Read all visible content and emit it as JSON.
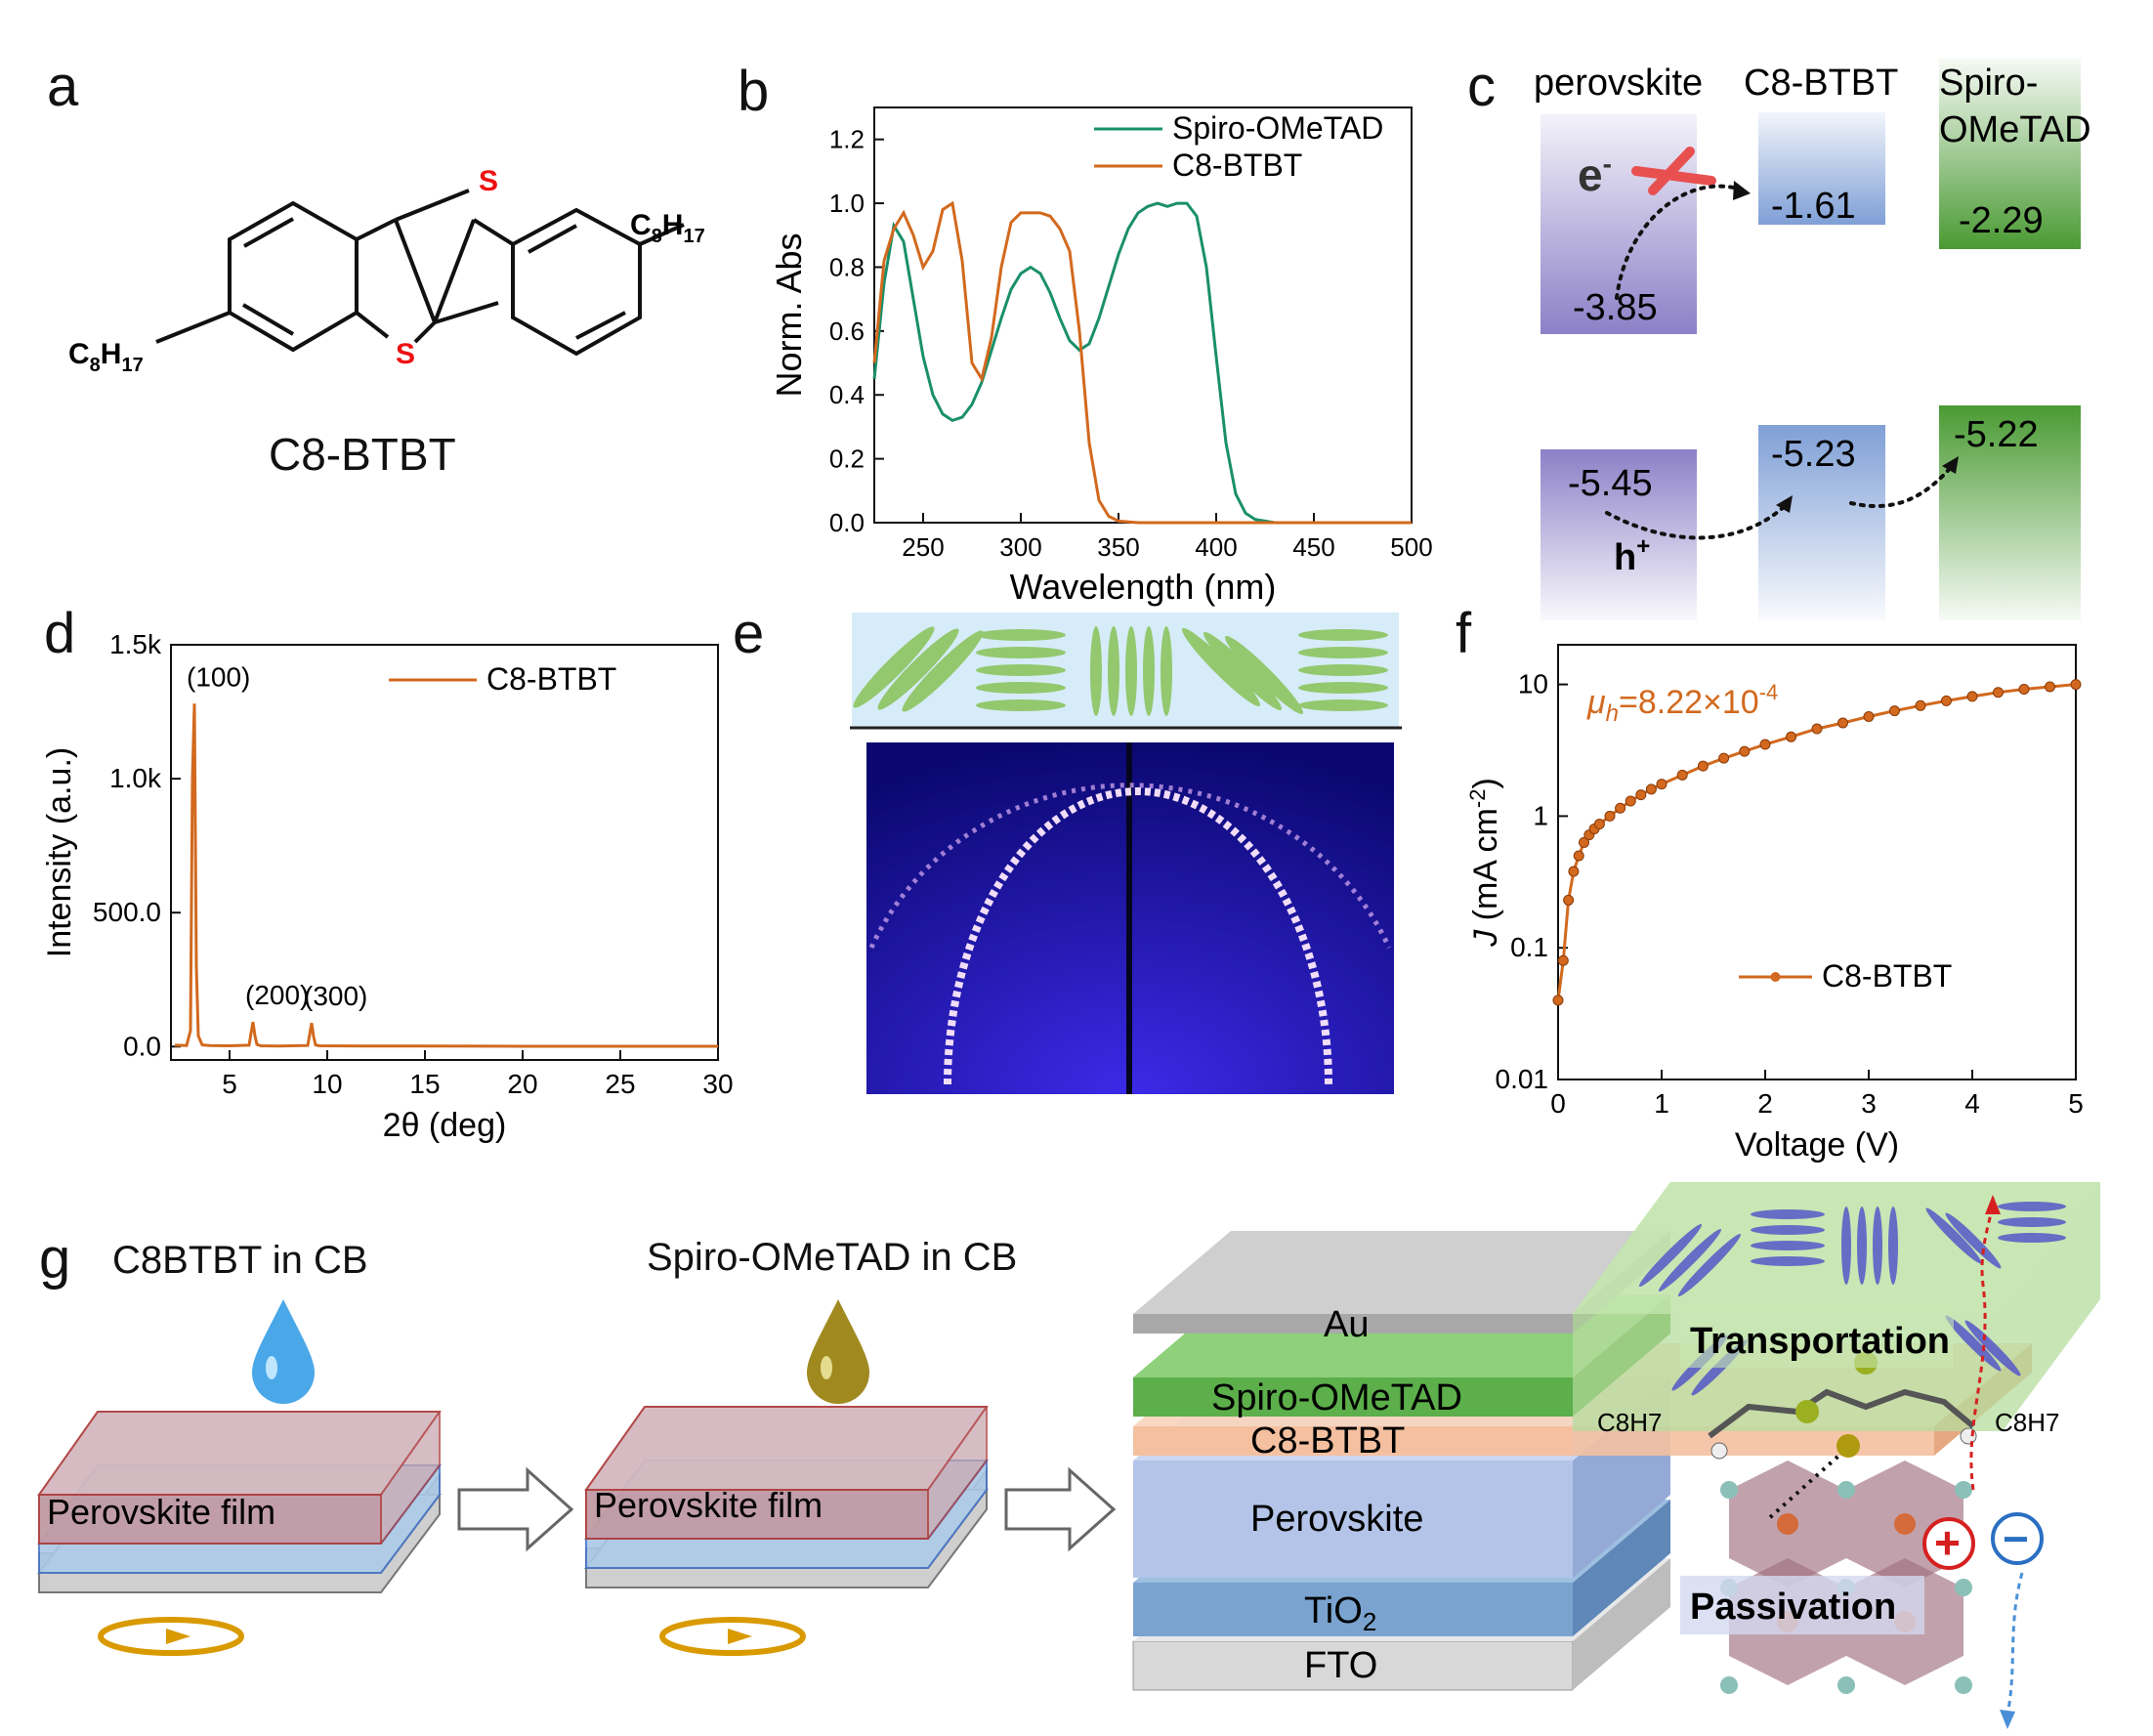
{
  "panels": {
    "a": {
      "letter": "a",
      "molecule_name": "C8-BTBT",
      "substituent": "C",
      "sub_8": "8",
      "h": "H",
      "sub_17": "17",
      "sulfur": "S"
    },
    "b": {
      "letter": "b",
      "chart_data": {
        "type": "line",
        "xlabel": "Wavelength (nm)",
        "ylabel": "Norm. Abs",
        "xlim": [
          225,
          500
        ],
        "ylim": [
          0,
          1.3
        ],
        "xticks": [
          "250",
          "300",
          "350",
          "400",
          "450",
          "500"
        ],
        "yticks": [
          "0.0",
          "0.2",
          "0.4",
          "0.6",
          "0.8",
          "1.0",
          "1.2"
        ],
        "legend_position": "top-right",
        "series": [
          {
            "name": "Spiro-OMeTAD",
            "color": "#1a8f6b",
            "x": [
              225,
              230,
              235,
              240,
              245,
              250,
              255,
              260,
              265,
              270,
              275,
              280,
              285,
              290,
              295,
              300,
              305,
              310,
              315,
              320,
              325,
              330,
              335,
              340,
              345,
              350,
              355,
              360,
              365,
              370,
              375,
              380,
              385,
              390,
              395,
              400,
              405,
              410,
              415,
              420,
              425,
              430,
              440,
              460,
              480,
              500
            ],
            "y": [
              0.45,
              0.75,
              0.93,
              0.88,
              0.7,
              0.52,
              0.4,
              0.34,
              0.32,
              0.33,
              0.37,
              0.44,
              0.54,
              0.64,
              0.73,
              0.78,
              0.8,
              0.78,
              0.72,
              0.64,
              0.57,
              0.54,
              0.56,
              0.64,
              0.74,
              0.84,
              0.92,
              0.97,
              0.99,
              1.0,
              0.99,
              1.0,
              1.0,
              0.96,
              0.8,
              0.52,
              0.25,
              0.09,
              0.03,
              0.01,
              0.005,
              0.0,
              0.0,
              0.0,
              0.0,
              0.0
            ]
          },
          {
            "name": "C8-BTBT",
            "color": "#d2691e",
            "x": [
              225,
              230,
              235,
              240,
              245,
              250,
              255,
              260,
              265,
              270,
              275,
              280,
              285,
              290,
              295,
              300,
              305,
              310,
              315,
              320,
              325,
              330,
              335,
              340,
              345,
              350,
              360,
              380,
              400,
              450,
              500
            ],
            "y": [
              0.5,
              0.82,
              0.92,
              0.97,
              0.9,
              0.8,
              0.85,
              0.98,
              1.0,
              0.82,
              0.5,
              0.45,
              0.58,
              0.8,
              0.94,
              0.97,
              0.97,
              0.97,
              0.96,
              0.92,
              0.85,
              0.6,
              0.25,
              0.07,
              0.02,
              0.005,
              0.0,
              0.0,
              0.0,
              0.0,
              0.0
            ]
          }
        ]
      }
    },
    "c": {
      "letter": "c",
      "col_perovskite": "perovskite",
      "col_c8": "C8-BTBT",
      "col_spiro_1": "Spiro-",
      "col_spiro_2": "OMeTAD",
      "lumo_perovskite": "-3.85",
      "lumo_c8": "-1.61",
      "lumo_spiro": "-2.29",
      "homo_perovskite": "-5.45",
      "homo_c8": "-5.23",
      "homo_spiro": "-5.22",
      "electron": "e",
      "electron_sup": "-",
      "hole": "h",
      "hole_sup": "+",
      "colors": {
        "perovskite": "#8c80c7",
        "c8": "#7f9fd6",
        "spiro": "#4a9a33"
      }
    },
    "d": {
      "letter": "d",
      "chart_data": {
        "type": "line",
        "xlabel": "2θ (deg)",
        "ylabel": "Intensity (a.u.)",
        "xlim": [
          2,
          30
        ],
        "ylim": [
          -50,
          1500
        ],
        "xticks": [
          "5",
          "10",
          "15",
          "20",
          "25",
          "30"
        ],
        "yticks": [
          "0.0",
          "500.0",
          "1.0k",
          "1.5k"
        ],
        "legend_position": "top-right",
        "series": [
          {
            "name": "C8-BTBT",
            "color": "#d2691e",
            "x": [
              2.2,
              2.8,
              3.0,
              3.1,
              3.2,
              3.3,
              3.4,
              3.6,
              4.0,
              5.0,
              6.0,
              6.1,
              6.2,
              6.3,
              6.4,
              6.6,
              7.5,
              9.0,
              9.1,
              9.2,
              9.3,
              9.4,
              9.6,
              12,
              15,
              20,
              25,
              30
            ],
            "y": [
              5,
              4,
              60,
              1000,
              1280,
              300,
              40,
              6,
              4,
              3,
              5,
              50,
              92,
              40,
              8,
              3,
              2,
              4,
              45,
              88,
              38,
              6,
              3,
              2,
              2,
              1,
              1,
              1
            ]
          }
        ],
        "annotations": [
          {
            "label": "(100)",
            "x": 3.2,
            "y": 1280
          },
          {
            "label": "(200)",
            "x": 6.2,
            "y": 92
          },
          {
            "label": "(300)",
            "x": 9.2,
            "y": 88
          }
        ]
      }
    },
    "e": {
      "letter": "e"
    },
    "f": {
      "letter": "f",
      "mobility_label": "μh=8.22×10",
      "mobility_mu": "μ",
      "mobility_h": "h",
      "mobility_value": "=8.22×10",
      "mobility_exp": "-4",
      "chart_data": {
        "type": "line",
        "xlabel": "Voltage (V)",
        "ylabel": "J (mA cm-2)",
        "ylabel_j": "J",
        "ylabel_unit": " (mA cm",
        "ylabel_exp": "-2",
        "ylabel_close": ")",
        "xlim": [
          0,
          5
        ],
        "ylim": [
          0.01,
          20
        ],
        "yscale": "log",
        "xticks": [
          "0",
          "1",
          "2",
          "3",
          "4",
          "5"
        ],
        "yticks": [
          "0.01",
          "0.1",
          "1",
          "10"
        ],
        "legend_position": "center-right",
        "series": [
          {
            "name": "C8-BTBT",
            "color": "#d2691e",
            "x": [
              0.0,
              0.05,
              0.1,
              0.15,
              0.2,
              0.25,
              0.3,
              0.35,
              0.4,
              0.5,
              0.6,
              0.7,
              0.8,
              0.9,
              1.0,
              1.2,
              1.4,
              1.6,
              1.8,
              2.0,
              2.25,
              2.5,
              2.75,
              3.0,
              3.25,
              3.5,
              3.75,
              4.0,
              4.25,
              4.5,
              4.75,
              5.0
            ],
            "y": [
              0.04,
              0.08,
              0.23,
              0.38,
              0.5,
              0.63,
              0.72,
              0.8,
              0.87,
              1.0,
              1.15,
              1.3,
              1.45,
              1.6,
              1.75,
              2.05,
              2.4,
              2.75,
              3.1,
              3.5,
              4.0,
              4.6,
              5.1,
              5.7,
              6.3,
              6.9,
              7.5,
              8.1,
              8.7,
              9.2,
              9.6,
              10.0
            ]
          }
        ]
      }
    },
    "g": {
      "letter": "g",
      "step1_label": "C8BTBT in CB",
      "step2_label": "Spiro-OMeTAD in CB",
      "film_label": "Perovskite film",
      "stack": {
        "au": "Au",
        "spiro": "Spiro-OMeTAD",
        "c8": "C8-BTBT",
        "perovskite": "Perovskite",
        "tio2": "TiO",
        "tio2_sub": "2",
        "fto": "FTO"
      },
      "transport_label": "Transportation",
      "passivation_label": "Passivation",
      "c8h7_left": "C8H7",
      "c8h7_right": "C8H7",
      "plus": "+",
      "minus": "−",
      "colors": {
        "drop1": "#4aa8e8",
        "drop2": "#a08a20",
        "arrow": "#d99a00",
        "plus": "#d62020",
        "minus": "#2a6fc2"
      }
    }
  }
}
